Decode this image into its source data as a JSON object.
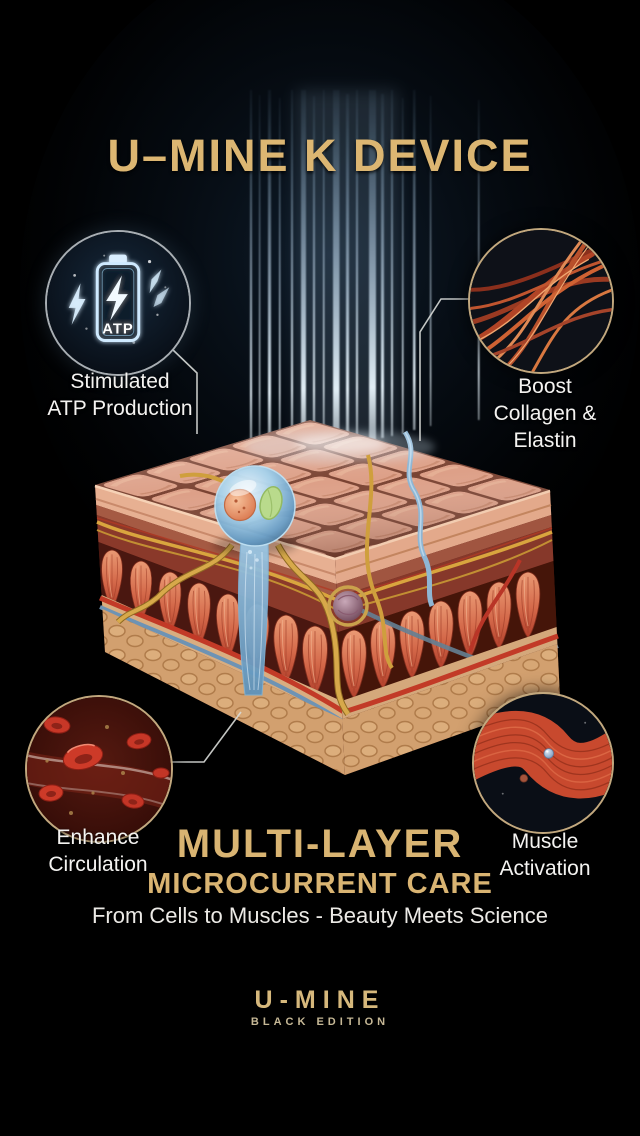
{
  "title": "U–MINE K DEVICE",
  "callouts": {
    "atp": {
      "lines": [
        "Stimulated",
        "ATP Production"
      ],
      "icon": "battery-atp-icon",
      "battery_label": "ATP"
    },
    "collagen": {
      "lines": [
        "Boost",
        "Collagen &",
        "Elastin"
      ],
      "icon": "collagen-fibers-icon"
    },
    "circulation": {
      "lines": [
        "Enhance",
        "Circulation"
      ],
      "icon": "red-blood-cells-icon"
    },
    "muscle": {
      "lines": [
        "Muscle",
        "Activation"
      ],
      "icon": "muscle-fiber-icon"
    }
  },
  "footer": {
    "headline_line1": "MULTI-LAYER",
    "headline_line2": "MICROCURRENT CARE",
    "tagline": "From Cells to Muscles - Beauty Meets Science",
    "brand": "U-MINE",
    "edition": "BLACK EDITION"
  },
  "colors": {
    "background": "#000000",
    "gold_title": "#dcb672",
    "gold_headline": "#d9b472",
    "text_white": "#f4f3f1",
    "ring_gold": "#c2a87e",
    "ring_silver": "#a8aeb3",
    "beam_blue": "#cfe9ff",
    "skin_brick": "#dda088",
    "muscle_red": "#c8492e",
    "fat_tan": "#d2a06f"
  }
}
